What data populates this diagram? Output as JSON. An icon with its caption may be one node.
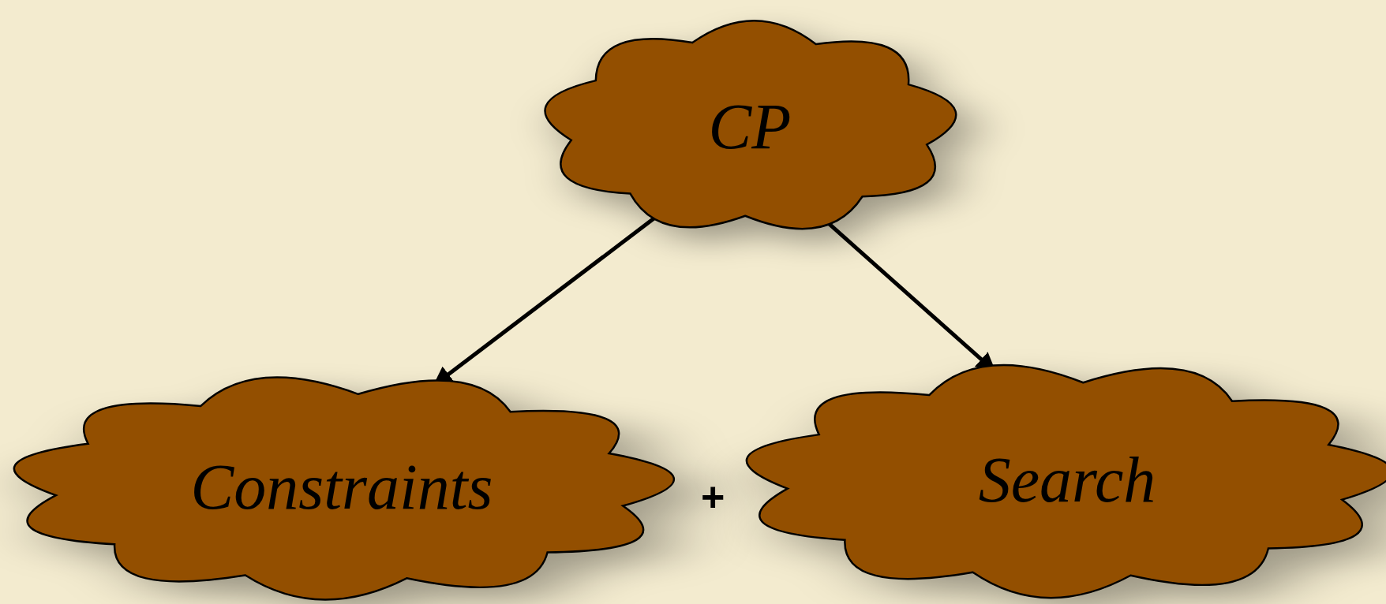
{
  "diagram": {
    "nodes": [
      {
        "text": [
          "CP"
        ]
      },
      {
        "text": [
          "Constraints"
        ]
      },
      {
        "text": [
          "Search"
        ]
      }
    ],
    "edges": [
      {
        "from": 0,
        "to": 1,
        "arrow": "to"
      },
      {
        "from": 0,
        "to": 2,
        "arrow": "to"
      }
    ],
    "labels": [
      "+"
    ]
  }
}
